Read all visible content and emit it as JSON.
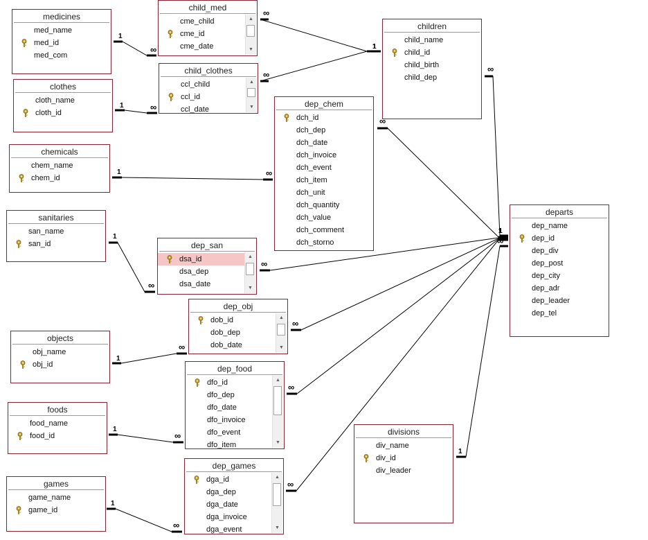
{
  "tables": [
    {
      "id": "medicines",
      "title": "medicines",
      "fields": [
        {
          "name": "med_name"
        },
        {
          "name": "med_id",
          "key": true
        },
        {
          "name": "med_com"
        }
      ]
    },
    {
      "id": "clothes",
      "title": "clothes",
      "fields": [
        {
          "name": "cloth_name"
        },
        {
          "name": "cloth_id",
          "key": true
        }
      ]
    },
    {
      "id": "chemicals",
      "title": "chemicals",
      "fields": [
        {
          "name": "chem_name"
        },
        {
          "name": "chem_id",
          "key": true
        }
      ]
    },
    {
      "id": "sanitaries",
      "title": "sanitaries",
      "fields": [
        {
          "name": "san_name"
        },
        {
          "name": "san_id",
          "key": true
        }
      ]
    },
    {
      "id": "objects",
      "title": "objects",
      "fields": [
        {
          "name": "obj_name"
        },
        {
          "name": "obj_id",
          "key": true
        }
      ]
    },
    {
      "id": "foods",
      "title": "foods",
      "fields": [
        {
          "name": "food_name"
        },
        {
          "name": "food_id",
          "key": true
        }
      ]
    },
    {
      "id": "games",
      "title": "games",
      "fields": [
        {
          "name": "game_name"
        },
        {
          "name": "game_id",
          "key": true
        }
      ]
    },
    {
      "id": "child_med",
      "title": "child_med",
      "scroll": true,
      "fields": [
        {
          "name": "cme_child"
        },
        {
          "name": "cme_id",
          "key": true
        },
        {
          "name": "cme_date"
        }
      ]
    },
    {
      "id": "child_clothes",
      "title": "child_clothes",
      "scroll": true,
      "fields": [
        {
          "name": "ccl_child"
        },
        {
          "name": "ccl_id",
          "key": true
        },
        {
          "name": "ccl_date"
        }
      ]
    },
    {
      "id": "dep_san",
      "title": "dep_san",
      "scroll": true,
      "fields": [
        {
          "name": "dsa_id",
          "key": true,
          "selected": true
        },
        {
          "name": "dsa_dep"
        },
        {
          "name": "dsa_date"
        }
      ]
    },
    {
      "id": "dep_obj",
      "title": "dep_obj",
      "scroll": true,
      "fields": [
        {
          "name": "dob_id",
          "key": true
        },
        {
          "name": "dob_dep"
        },
        {
          "name": "dob_date"
        }
      ]
    },
    {
      "id": "dep_food",
      "title": "dep_food",
      "scroll": true,
      "fields": [
        {
          "name": "dfo_id",
          "key": true
        },
        {
          "name": "dfo_dep"
        },
        {
          "name": "dfo_date"
        },
        {
          "name": "dfo_invoice"
        },
        {
          "name": "dfo_event"
        },
        {
          "name": "dfo_item"
        }
      ]
    },
    {
      "id": "dep_games",
      "title": "dep_games",
      "scroll": true,
      "fields": [
        {
          "name": "dga_id",
          "key": true
        },
        {
          "name": "dga_dep"
        },
        {
          "name": "dga_date"
        },
        {
          "name": "dga_invoice"
        },
        {
          "name": "dga_event"
        }
      ]
    },
    {
      "id": "children",
      "title": "children",
      "fields": [
        {
          "name": "child_name"
        },
        {
          "name": "child_id",
          "key": true
        },
        {
          "name": "child_birth"
        },
        {
          "name": "child_dep"
        }
      ]
    },
    {
      "id": "dep_chem",
      "title": "dep_chem",
      "fields": [
        {
          "name": "dch_id",
          "key": true
        },
        {
          "name": "dch_dep"
        },
        {
          "name": "dch_date"
        },
        {
          "name": "dch_invoice"
        },
        {
          "name": "dch_event"
        },
        {
          "name": "dch_item"
        },
        {
          "name": "dch_unit"
        },
        {
          "name": "dch_quantity"
        },
        {
          "name": "dch_value"
        },
        {
          "name": "dch_comment"
        },
        {
          "name": "dch_storno"
        }
      ]
    },
    {
      "id": "departs",
      "title": "departs",
      "fields": [
        {
          "name": "dep_name"
        },
        {
          "name": "dep_id",
          "key": true
        },
        {
          "name": "dep_div"
        },
        {
          "name": "dep_post"
        },
        {
          "name": "dep_city"
        },
        {
          "name": "dep_adr"
        },
        {
          "name": "dep_leader"
        },
        {
          "name": "dep_tel"
        }
      ]
    },
    {
      "id": "divisions",
      "title": "divisions",
      "fields": [
        {
          "name": "div_name"
        },
        {
          "name": "div_id",
          "key": true
        },
        {
          "name": "div_leader"
        }
      ]
    }
  ],
  "relationships": [
    {
      "from": "medicines",
      "to": "child_med",
      "one": "1",
      "many": "∞"
    },
    {
      "from": "clothes",
      "to": "child_clothes",
      "one": "1",
      "many": "∞"
    },
    {
      "from": "chemicals",
      "to": "dep_chem",
      "one": "1",
      "many": "∞"
    },
    {
      "from": "sanitaries",
      "to": "dep_san",
      "one": "1",
      "many": "∞"
    },
    {
      "from": "objects",
      "to": "dep_obj",
      "one": "1",
      "many": "∞"
    },
    {
      "from": "foods",
      "to": "dep_food",
      "one": "1",
      "many": "∞"
    },
    {
      "from": "games",
      "to": "dep_games",
      "one": "1",
      "many": "∞"
    },
    {
      "from": "children",
      "to": "child_med",
      "one": "1",
      "many": "∞"
    },
    {
      "from": "children",
      "to": "child_clothes",
      "one": "1",
      "many": "∞"
    },
    {
      "from": "departs",
      "to": "children",
      "one": "1",
      "many": "∞"
    },
    {
      "from": "departs",
      "to": "dep_chem",
      "one": "1",
      "many": "∞"
    },
    {
      "from": "departs",
      "to": "dep_san",
      "one": "1",
      "many": "∞"
    },
    {
      "from": "departs",
      "to": "dep_obj",
      "one": "1",
      "many": "∞"
    },
    {
      "from": "departs",
      "to": "dep_food",
      "one": "1",
      "many": "∞"
    },
    {
      "from": "departs",
      "to": "dep_games",
      "one": "1",
      "many": "∞"
    },
    {
      "from": "divisions",
      "to": "departs",
      "one": "1",
      "many": "∞"
    }
  ],
  "colors": {
    "table_border": "#8b2232",
    "selected_row": "#f6c6c6",
    "key_icon": "#c9a227"
  }
}
